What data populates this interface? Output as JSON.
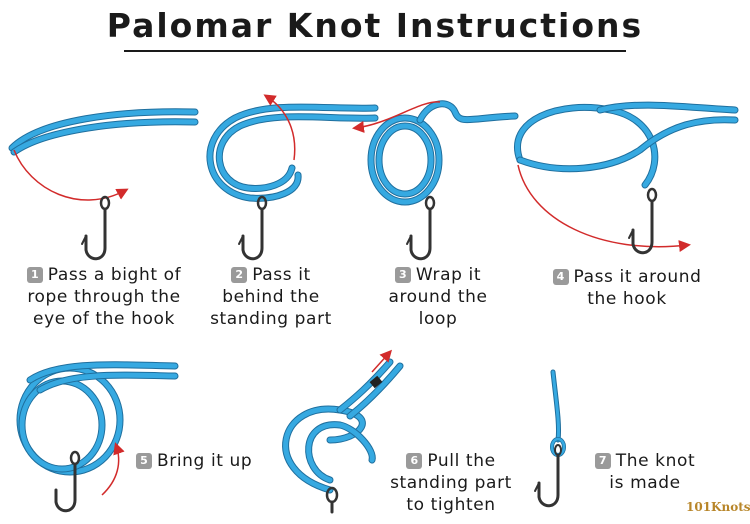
{
  "title": "Palomar Knot Instructions",
  "steps": [
    {
      "num": "1",
      "line1": "Pass a bight of",
      "line2": "rope through the",
      "line3": "eye of the hook"
    },
    {
      "num": "2",
      "line1": "Pass it",
      "line2": "behind the",
      "line3": "standing part"
    },
    {
      "num": "3",
      "line1": "Wrap it",
      "line2": "around the",
      "line3": "loop"
    },
    {
      "num": "4",
      "line1": "Pass it around",
      "line2": "the hook"
    },
    {
      "num": "5",
      "line1": "Bring it up"
    },
    {
      "num": "6",
      "line1": "Pull the",
      "line2": "standing part",
      "line3": "to tighten"
    },
    {
      "num": "7",
      "line1": "The knot",
      "line2": "is made"
    }
  ],
  "brand": "101Knots",
  "colors": {
    "rope": "#36a9e1",
    "rope_edge": "#1f6f9e",
    "arrow": "#d22b2b",
    "hook": "#333333"
  }
}
